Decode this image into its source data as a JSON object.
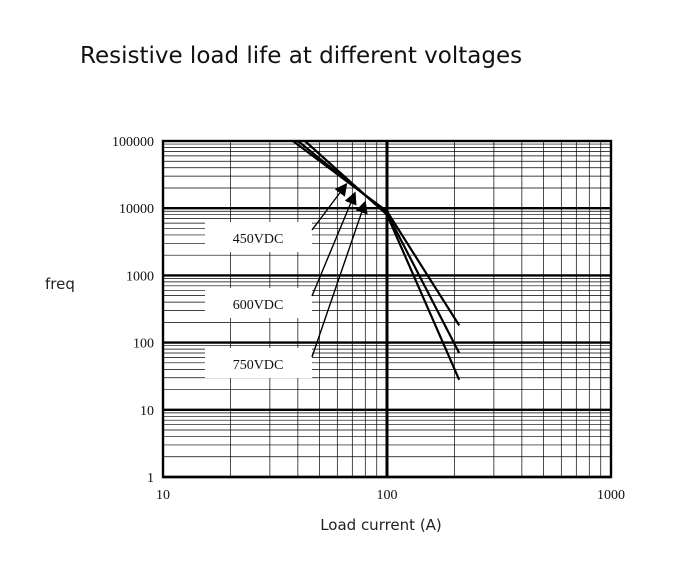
{
  "chart_data": {
    "type": "line",
    "title": "Resistive load life at different voltages",
    "xlabel": "Load current (A)",
    "ylabel": "freq",
    "x_scale": "log",
    "y_scale": "log",
    "xlim": [
      10,
      1000
    ],
    "ylim": [
      1,
      100000
    ],
    "x_ticks": [
      "10",
      "100",
      "1000"
    ],
    "y_ticks": [
      "1",
      "10",
      "100",
      "1000",
      "10000",
      "100000"
    ],
    "grid": true,
    "series": [
      {
        "name": "450VDC",
        "points": [
          [
            38,
            100000
          ],
          [
            100,
            9000
          ],
          [
            210,
            180
          ]
        ]
      },
      {
        "name": "600VDC",
        "points": [
          [
            40,
            100000
          ],
          [
            100,
            8500
          ],
          [
            210,
            70
          ]
        ]
      },
      {
        "name": "750VDC",
        "points": [
          [
            43,
            100000
          ],
          [
            100,
            8000
          ],
          [
            210,
            28
          ]
        ]
      }
    ],
    "annotations": [
      {
        "text": "450VDC",
        "arrow_to": [
          66,
          23000
        ]
      },
      {
        "text": "600VDC",
        "arrow_to": [
          72,
          17000
        ]
      },
      {
        "text": "750VDC",
        "arrow_to": [
          80,
          12500
        ]
      }
    ],
    "colors": {
      "line": "#000000",
      "grid": "#000000",
      "background": "#ffffff"
    }
  }
}
